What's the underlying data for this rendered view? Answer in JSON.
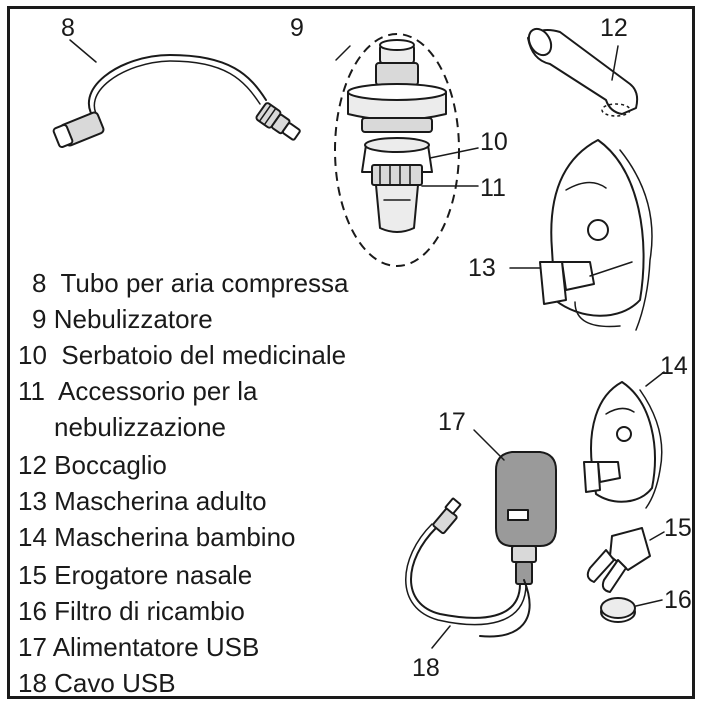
{
  "callouts": {
    "c8": "8",
    "c9": "9",
    "c10": "10",
    "c11": "11",
    "c12": "12",
    "c13": "13",
    "c14": "14",
    "c15": "15",
    "c16": "16",
    "c17": "17",
    "c18": "18"
  },
  "legend": [
    {
      "number": "8",
      "text": "Tubo per aria compressa"
    },
    {
      "number": "9",
      "text": "Nebulizzatore"
    },
    {
      "number": "10",
      "text": "Serbatoio del medicinale"
    },
    {
      "number": "11",
      "text": "Accessorio per la"
    },
    {
      "number": "",
      "text": "nebulizzazione"
    },
    {
      "number": "12",
      "text": "Boccaglio"
    },
    {
      "number": "13",
      "text": "Mascherina adulto"
    },
    {
      "number": "14",
      "text": "Mascherina bambino"
    },
    {
      "number": "15",
      "text": "Erogatore nasale"
    },
    {
      "number": "16",
      "text": "Filtro di ricambio"
    },
    {
      "number": "17",
      "text": "Alimentatore USB"
    },
    {
      "number": "18",
      "text": "Cavo USB"
    }
  ]
}
